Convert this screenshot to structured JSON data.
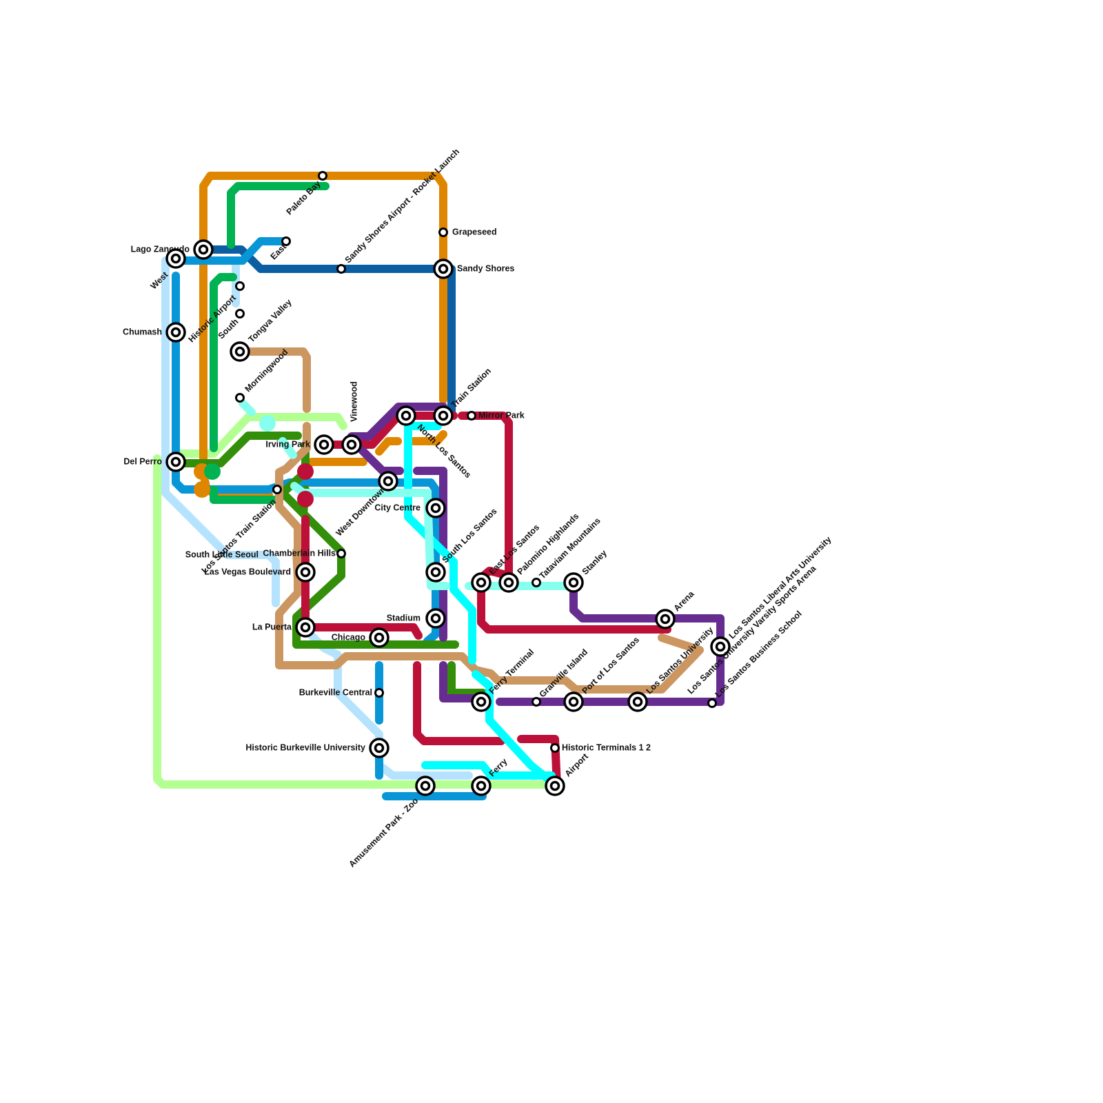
{
  "map": {
    "lines": [
      {
        "id": "orange",
        "color": "#DF8600"
      },
      {
        "id": "dark-blue",
        "color": "#0A5EA1"
      },
      {
        "id": "blue",
        "color": "#0896D7"
      },
      {
        "id": "light-blue",
        "color": "#B5E3FD"
      },
      {
        "id": "green",
        "color": "#00B251"
      },
      {
        "id": "dark-green",
        "color": "#338E09"
      },
      {
        "id": "lime",
        "color": "#B3FF91"
      },
      {
        "id": "tan",
        "color": "#CC9660"
      },
      {
        "id": "red",
        "color": "#BD1038"
      },
      {
        "id": "purple",
        "color": "#662C90"
      },
      {
        "id": "cyan",
        "color": "#00FFFF"
      },
      {
        "id": "pale-cyan",
        "color": "#87FFEE"
      }
    ],
    "stations": [
      {
        "name": "Lago Zancudo",
        "type": "interchange"
      },
      {
        "name": "West",
        "type": "interchange"
      },
      {
        "name": "Chumash",
        "type": "interchange"
      },
      {
        "name": "Del Perro",
        "type": "interchange"
      },
      {
        "name": "Historic Airport",
        "type": "stop"
      },
      {
        "name": "South",
        "type": "stop"
      },
      {
        "name": "Tongva Valley",
        "type": "interchange"
      },
      {
        "name": "Morningwood",
        "type": "stop"
      },
      {
        "name": "East",
        "type": "stop"
      },
      {
        "name": "Paleto Bay",
        "type": "stop"
      },
      {
        "name": "Sandy Shores Airport - Rocket Launch",
        "type": "stop"
      },
      {
        "name": "Grapeseed",
        "type": "stop"
      },
      {
        "name": "Sandy Shores",
        "type": "interchange"
      },
      {
        "name": "Train Station",
        "type": "interchange"
      },
      {
        "name": "Mirror Park",
        "type": "stop"
      },
      {
        "name": "Vinewood",
        "type": "interchange"
      },
      {
        "name": "Irving Park",
        "type": "interchange"
      },
      {
        "name": "North Los Santos",
        "type": "interchange"
      },
      {
        "name": "West Downtown",
        "type": "interchange"
      },
      {
        "name": "Los Santos Train Station",
        "type": "stop"
      },
      {
        "name": "City Centre",
        "type": "interchange"
      },
      {
        "name": "South Little Seoul",
        "type": "stop"
      },
      {
        "name": "Chamberlain Hills",
        "type": "stop"
      },
      {
        "name": "Las Vegas Boulevard",
        "type": "interchange"
      },
      {
        "name": "South Los Santos",
        "type": "interchange"
      },
      {
        "name": "East Los Santos",
        "type": "interchange"
      },
      {
        "name": "Palomino Highlands",
        "type": "interchange"
      },
      {
        "name": "Tataviam Mountains",
        "type": "stop"
      },
      {
        "name": "Stanley",
        "type": "interchange"
      },
      {
        "name": "Stadium",
        "type": "interchange"
      },
      {
        "name": "La Puerta",
        "type": "interchange"
      },
      {
        "name": "Chicago",
        "type": "interchange"
      },
      {
        "name": "Arena",
        "type": "interchange"
      },
      {
        "name": "Los Santos Liberal Arts University",
        "type": "interchange"
      },
      {
        "name": "Los Santos University Varsity Sports Arena",
        "type": "stop"
      },
      {
        "name": "Los Santos Business School",
        "type": "stop"
      },
      {
        "name": "Los Santos University",
        "type": "interchange"
      },
      {
        "name": "Port of Los Santos",
        "type": "interchange"
      },
      {
        "name": "Granville Island",
        "type": "stop"
      },
      {
        "name": "Ferry Terminal",
        "type": "interchange"
      },
      {
        "name": "Burkeville Central",
        "type": "stop"
      },
      {
        "name": "Historic Burkeville University",
        "type": "interchange"
      },
      {
        "name": "Historic Terminals 1  2",
        "type": "stop"
      },
      {
        "name": "Airport",
        "type": "interchange"
      },
      {
        "name": "Ferry",
        "type": "interchange"
      },
      {
        "name": "Amusement Park - Zoo",
        "type": "interchange"
      }
    ]
  }
}
